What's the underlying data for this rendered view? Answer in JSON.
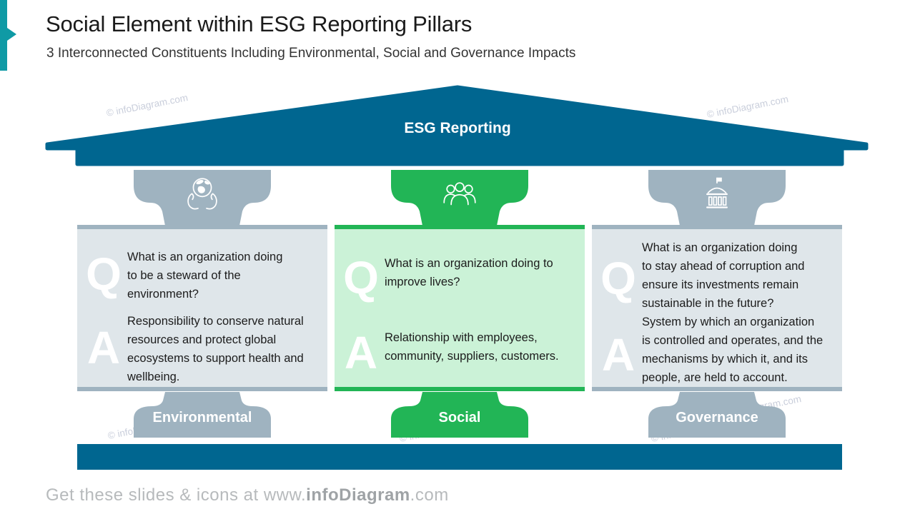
{
  "header": {
    "title": "Social Element within ESG Reporting Pillars",
    "subtitle": "3 Interconnected Constituents Including Environmental, Social and Governance Impacts"
  },
  "roof": {
    "label": "ESG Reporting"
  },
  "qa_labels": {
    "q": "Q",
    "a": "A"
  },
  "pillars": [
    {
      "name": "Environmental",
      "icon": "hands-holding-globe-icon",
      "question": "What is an organization doing\nto be a steward of the\nenvironment?",
      "answer": "Responsibility to conserve natural\nresources and protect global\necosystems to support health and\nwellbeing.",
      "accent_color": "#9fb3c0",
      "body_color": "#dfe6ea"
    },
    {
      "name": "Social",
      "icon": "people-group-icon",
      "question": "What is an organization doing to\nimprove lives?",
      "answer": "Relationship with employees,\ncommunity, suppliers, customers.",
      "accent_color": "#22b556",
      "body_color": "#cbf2d7"
    },
    {
      "name": "Governance",
      "icon": "government-building-icon",
      "question": "What is an organization doing\nto stay ahead of corruption and\nensure its investments remain\nsustainable in the future?",
      "answer": "System by which an organization\nis controlled and operates, and the\nmechanisms by which it, and its\npeople, are held to account.",
      "accent_color": "#9fb3c0",
      "body_color": "#dfe6ea"
    }
  ],
  "watermark": "© infoDiagram.com",
  "footer": {
    "prefix": "Get these slides & icons at www.",
    "brand": "infoDiagram",
    "suffix": ".com"
  },
  "colors": {
    "roof_and_foundation": "#006690",
    "accent_teal": "#0f9aa5",
    "green": "#22b556",
    "light_green": "#cbf2d7",
    "gray_blue": "#9fb3c0",
    "light_gray": "#dfe6ea",
    "footer_gray": "#b7babc",
    "watermark_gray": "#c9cedb"
  }
}
